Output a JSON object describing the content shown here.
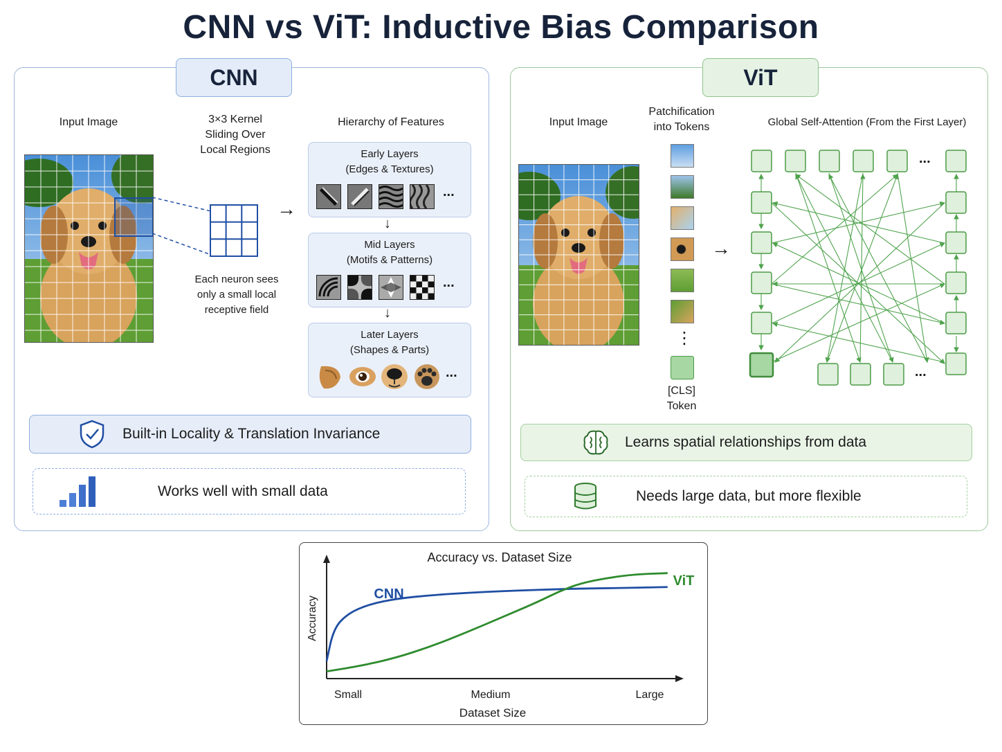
{
  "title": "CNN vs ViT: Inductive Bias Comparison",
  "cnn": {
    "tag": "CNN",
    "input_label": "Input Image",
    "kernel_label": [
      "3×3 Kernel",
      "Sliding Over",
      "Local Regions"
    ],
    "hierarchy_label": "Hierarchy of Features",
    "neuron_note": [
      "Each neuron sees",
      "only a small local",
      "receptive field"
    ],
    "layers": [
      {
        "title": "Early Layers",
        "subtitle": "(Edges & Textures)"
      },
      {
        "title": "Mid Layers",
        "subtitle": "(Motifs & Patterns)"
      },
      {
        "title": "Later Layers",
        "subtitle": "(Shapes & Parts)"
      }
    ],
    "ellipsis": "...",
    "banner_primary": "Built-in Locality & Translation Invariance",
    "banner_secondary": "Works well with small data"
  },
  "vit": {
    "tag": "ViT",
    "input_label": "Input Image",
    "patch_label": [
      "Patchification",
      "into Tokens"
    ],
    "attention_label": "Global Self-Attention (From the First Layer)",
    "cls_label": [
      "[CLS]",
      "Token"
    ],
    "ellipsis": "...",
    "vertical_ellipsis": "⋮",
    "banner_primary": "Learns spatial relationships from data",
    "banner_secondary": "Needs large data, but more flexible"
  },
  "icons": {
    "arrow_right": "→",
    "arrow_down": "↓"
  },
  "colors": {
    "cnn_accent": "#1f4ea3",
    "vit_accent": "#2e8b2e",
    "cnn_panel": "#9db5dd",
    "vit_panel": "#9cc99c"
  },
  "chart_data": {
    "type": "line",
    "title": "Accuracy vs. Dataset Size",
    "xlabel": "Dataset Size",
    "ylabel": "Accuracy",
    "x_ticks": [
      "Small",
      "Medium",
      "Large"
    ],
    "series": [
      {
        "name": "CNN",
        "color": "#1f4ea3",
        "points": [
          [
            0.0,
            0.14
          ],
          [
            0.02,
            0.42
          ],
          [
            0.06,
            0.55
          ],
          [
            0.12,
            0.63
          ],
          [
            0.2,
            0.68
          ],
          [
            0.3,
            0.71
          ],
          [
            0.4,
            0.73
          ],
          [
            0.5,
            0.745
          ],
          [
            0.6,
            0.755
          ],
          [
            0.7,
            0.765
          ],
          [
            0.8,
            0.77
          ],
          [
            0.9,
            0.775
          ],
          [
            0.97,
            0.78
          ]
        ]
      },
      {
        "name": "ViT",
        "color": "#2e8b2e",
        "points": [
          [
            0.0,
            0.05
          ],
          [
            0.1,
            0.1
          ],
          [
            0.2,
            0.17
          ],
          [
            0.3,
            0.27
          ],
          [
            0.4,
            0.39
          ],
          [
            0.5,
            0.52
          ],
          [
            0.6,
            0.65
          ],
          [
            0.66,
            0.74
          ],
          [
            0.72,
            0.81
          ],
          [
            0.8,
            0.86
          ],
          [
            0.88,
            0.89
          ],
          [
            0.97,
            0.9
          ]
        ]
      }
    ],
    "xlim": [
      0,
      1
    ],
    "ylim": [
      0,
      1
    ],
    "grid": false,
    "legend": "inline-labels"
  }
}
